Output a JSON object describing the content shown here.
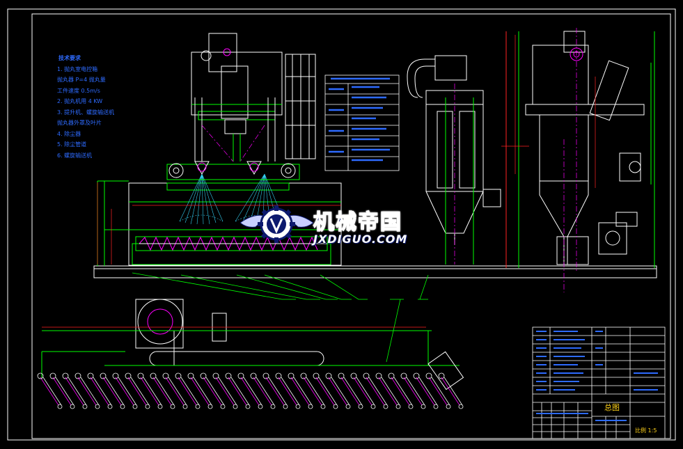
{
  "drawing": {
    "technical_notes_heading": "技术要求",
    "technical_notes": [
      "1. 抛丸室电控箱",
      "   抛丸器 P=4 抛丸量",
      "   工件速度 0.5m/s",
      "2. 抛丸机用 4 KW",
      "3. 提升机、螺旋输送机",
      "   抛丸器外罩及叶片",
      "4. 除尘器",
      "5. 除尘管道",
      "6. 螺旋输送机"
    ],
    "watermark": {
      "brand_cn": "机械帝国",
      "brand_en": "JXDIGUO.COM"
    },
    "title_block": {
      "name": "总图",
      "scale": "比例 1:5"
    }
  },
  "colors": {
    "background": "#000000",
    "frame_lines": "#ffffff",
    "outline_lines": "#00ff00",
    "dimension_lines": "#ff2222",
    "center_lines": "#ff00ff",
    "annotation_text": "#2e6bff",
    "spray_pattern": "#33ccee",
    "title_text": "#ffd21a",
    "logo_blue": "#0d1a6e"
  }
}
